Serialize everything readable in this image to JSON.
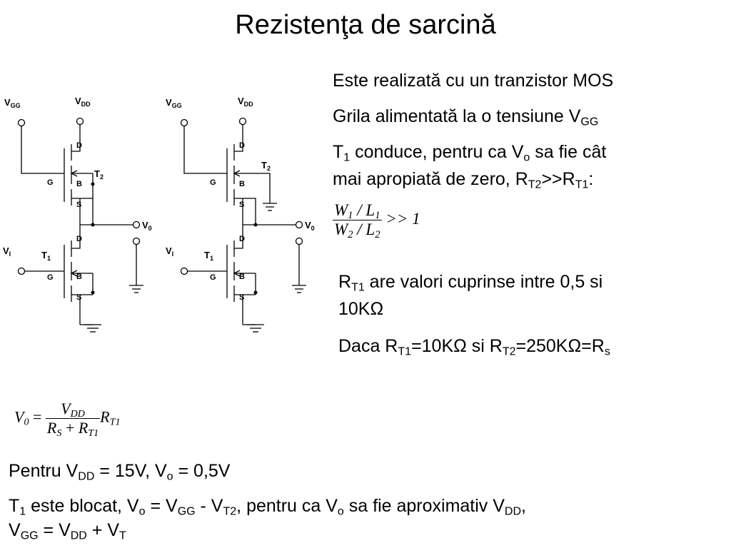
{
  "title": "Rezistenţa de sarcină",
  "circuit": {
    "vgg": "V",
    "vgg_sub": "GG",
    "vdd": "V",
    "vdd_sub": "DD",
    "vi": "V",
    "vi_sub": "I",
    "vo": "V",
    "vo_sub": "0",
    "t1": "T",
    "t1_sub": "1",
    "t2": "T",
    "t2_sub": "2",
    "d": "D",
    "g": "G",
    "b": "B",
    "s": "S"
  },
  "bullets": {
    "b1": "Este realizată cu un tranzistor MOS",
    "b2_text": "Grila alimentată la o tensiune V",
    "b2_sub": "GG",
    "b3_t": "T",
    "b3_t_sub": "1",
    "b3_text": " conduce, pentru ca V",
    "b3_vsub": "o",
    "b3_text2": " sa fie cât",
    "b3_line2": "mai apropiată de zero, R",
    "b3_r2": "T2",
    "b3_gt": ">>R",
    "b3_r1": "T1",
    "b3_colon": ":"
  },
  "ratio": {
    "w1": "W",
    "w1_sub": "1",
    "l1": "L",
    "l1_sub": "1",
    "w2": "W",
    "w2_sub": "2",
    "l2": "L",
    "l2_sub": "2",
    "slash": "/",
    "rel": ">> 1"
  },
  "rt1": {
    "r": "R",
    "sub": "T1",
    "text": " are valori cuprinse intre 0,5 si",
    "line2": "10KΩ"
  },
  "daca": {
    "t1": "Daca R",
    "s1": "T1",
    "t2": "=10KΩ si R",
    "s2": "T2",
    "t3": "=250KΩ=R",
    "s3": "s"
  },
  "formula": {
    "v0": "V",
    "v0_sub": "0",
    "eq": "=",
    "num": "V",
    "num_sub": "DD",
    "den_rs": "R",
    "den_rs_sub": "S",
    "plus": "+",
    "den_rt": "R",
    "den_rt_sub": "T1",
    "mul": "R",
    "mul_sub": "T1"
  },
  "pentru": {
    "t1": "Pentru V",
    "s1": "DD",
    "t2": " = 15V, V",
    "s2": "o",
    "t3": " = 0,5V"
  },
  "blocat": {
    "t1": "T",
    "s1": "1",
    "t2": " este blocat, V",
    "s2": "o",
    "t3": " = V",
    "s3": "GG",
    "t4": " - V",
    "s4": "T2",
    "t5": ", pentru ca V",
    "s5": "o",
    "t6": " sa fie aproximativ V",
    "s6": "DD",
    "t7": ",",
    "l2_t1": "V",
    "l2_s1": "GG",
    "l2_t2": " = V",
    "l2_s2": "DD",
    "l2_t3": " + V",
    "l2_s3": "T"
  }
}
